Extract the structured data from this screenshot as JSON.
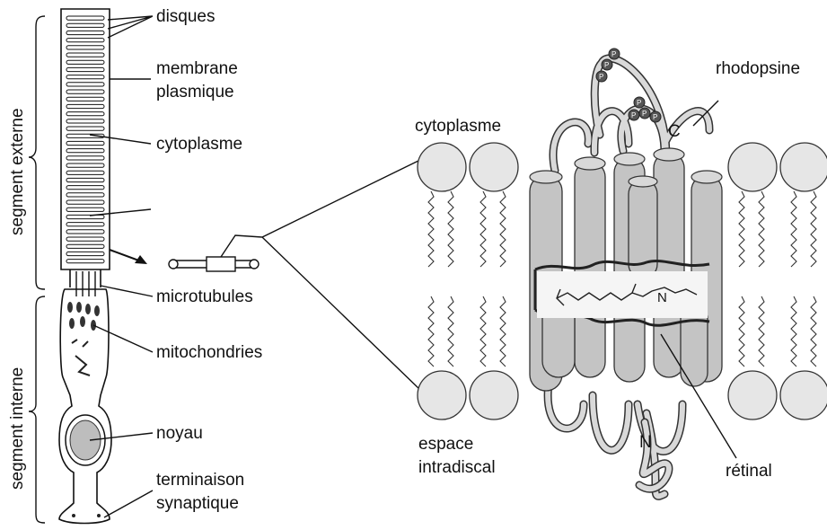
{
  "labels": {
    "disques": "disques",
    "membrane_1": "membrane",
    "membrane_2": "plasmique",
    "cytoplasme_cell": "cytoplasme",
    "microtubules": "microtubules",
    "mitochondries": "mitochondries",
    "noyau": "noyau",
    "terminaison_1": "terminaison",
    "terminaison_2": "synaptique",
    "segment_externe": "segment externe",
    "segment_interne": "segment interne",
    "cytoplasme_membrane": "cytoplasme",
    "rhodopsine": "rhodopsine",
    "espace_1": "espace",
    "espace_2": "intradiscal",
    "retinal": "rétinal",
    "c_terminus": "C",
    "n_terminus": "N",
    "phosphate": "P"
  }
}
